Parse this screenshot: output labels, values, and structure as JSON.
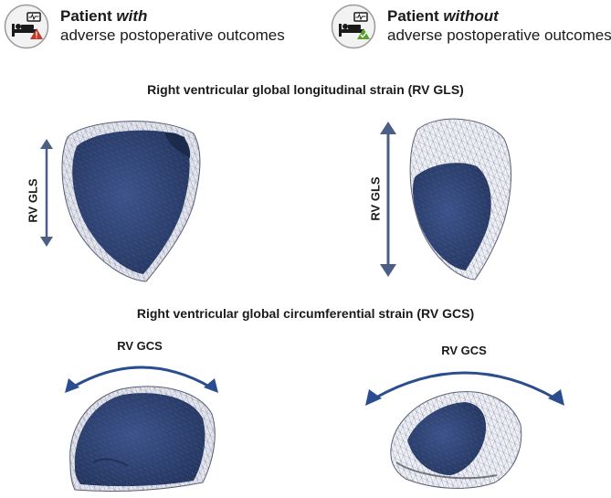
{
  "header": {
    "with": {
      "line1_prefix": "Patient ",
      "line1_emphasis": "with",
      "line2": "adverse postoperative outcomes",
      "icon": "patient-bed-warning-icon",
      "status_color": "#c0392b"
    },
    "without": {
      "line1_prefix": "Patient ",
      "line1_emphasis": "without",
      "line2": "adverse postoperative outcomes",
      "icon": "patient-bed-check-icon",
      "status_color": "#5aa02c"
    }
  },
  "gls": {
    "title": "Right ventricular global longitudinal strain (RV GLS)",
    "label_left": "RV GLS",
    "label_right": "RV GLS"
  },
  "gcs": {
    "title": "Right ventricular global circumferential strain (RV GCS)",
    "label_left": "RV GCS",
    "label_right": "RV GCS"
  },
  "colors": {
    "heart_fill": "#2f4475",
    "mesh": "#8a8fa8",
    "arrow": "#4b5f86",
    "arrow_blue": "#2a4d8f"
  }
}
